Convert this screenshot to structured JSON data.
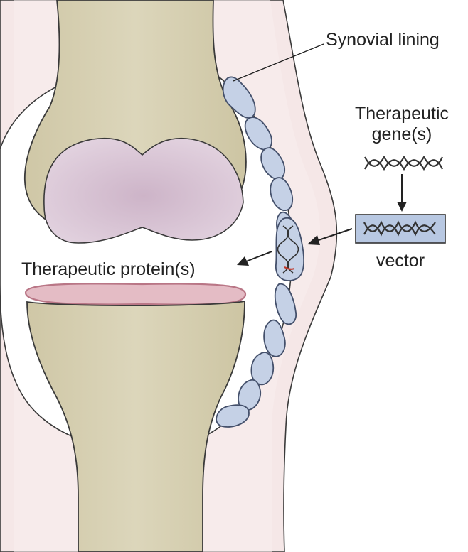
{
  "labels": {
    "synovial_lining": "Synovial lining",
    "therapeutic_gene_line1": "Therapeutic",
    "therapeutic_gene_line2": "gene(s)",
    "vector": "vector",
    "therapeutic_protein": "Therapeutic protein(s)"
  },
  "colors": {
    "bone": "#d8d1b4",
    "bone_outline": "#3a3a3a",
    "cartilage": "#d8c3d4",
    "meniscus": "#e2b9c3",
    "meniscus_edge": "#c98a9a",
    "soft_tissue": "#f6e9e9",
    "synovial_cell": "#c6d2e6",
    "synovial_cell_outline": "#4a5670",
    "vector_box": "#b6c7e2",
    "dna": "#333333",
    "arrow": "#222222"
  }
}
